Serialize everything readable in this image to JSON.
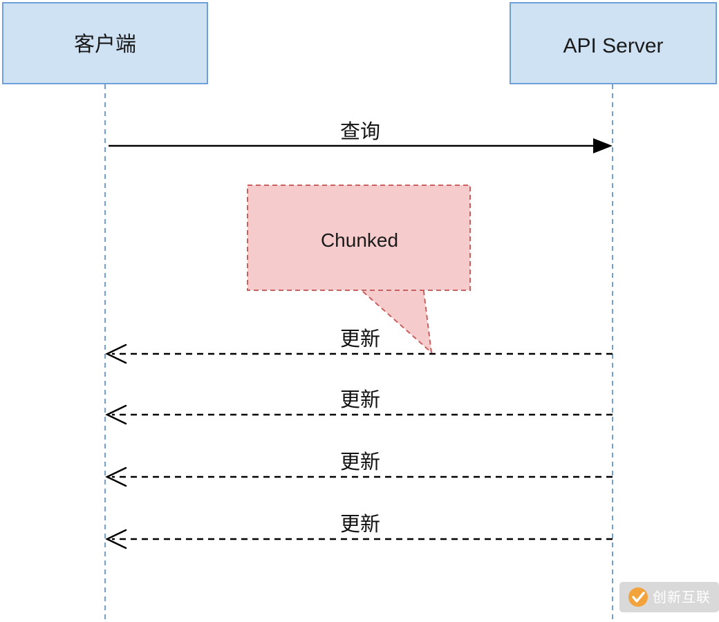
{
  "diagram": {
    "actors": [
      {
        "label": "客户端"
      },
      {
        "label": "API Server"
      }
    ],
    "query": {
      "label": "查询",
      "direction": "client-to-server",
      "style": "solid"
    },
    "note": {
      "label": "Chunked"
    },
    "updates": [
      "更新",
      "更新",
      "更新",
      "更新"
    ],
    "updates_style": "dashed",
    "updates_direction": "server-to-client"
  },
  "watermark": {
    "text": "创新互联",
    "icon": "swoosh-check-icon"
  },
  "colors": {
    "actor_fill": "#cfe2f3",
    "actor_border": "#6f9fd8",
    "lifeline": "#6f9fd8",
    "arrow": "#000000",
    "note_fill": "#f6cbcb",
    "note_border": "#c95f5f",
    "watermark_orange": "#f2a33c"
  }
}
